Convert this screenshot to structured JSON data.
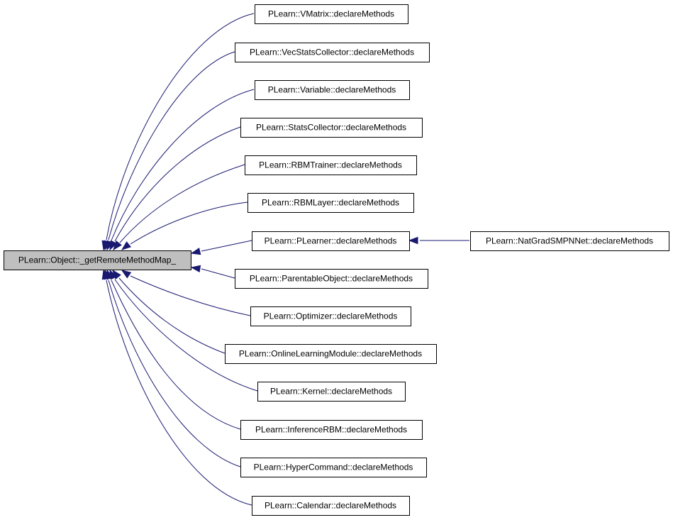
{
  "diagram": {
    "root": {
      "id": "root",
      "label": "PLearn::Object::_getRemoteMethodMap_"
    },
    "nodes": [
      {
        "id": "vmatrix",
        "label": "PLearn::VMatrix::declareMethods"
      },
      {
        "id": "vecstats",
        "label": "PLearn::VecStatsCollector::declareMethods"
      },
      {
        "id": "variable",
        "label": "PLearn::Variable::declareMethods"
      },
      {
        "id": "statscollector",
        "label": "PLearn::StatsCollector::declareMethods"
      },
      {
        "id": "rbmtrainer",
        "label": "PLearn::RBMTrainer::declareMethods"
      },
      {
        "id": "rbmlayer",
        "label": "PLearn::RBMLayer::declareMethods"
      },
      {
        "id": "plearner",
        "label": "PLearn::PLearner::declareMethods"
      },
      {
        "id": "parentable",
        "label": "PLearn::ParentableObject::declareMethods"
      },
      {
        "id": "optimizer",
        "label": "PLearn::Optimizer::declareMethods"
      },
      {
        "id": "onlinelearning",
        "label": "PLearn::OnlineLearningModule::declareMethods"
      },
      {
        "id": "kernel",
        "label": "PLearn::Kernel::declareMethods"
      },
      {
        "id": "inferencerbm",
        "label": "PLearn::InferenceRBM::declareMethods"
      },
      {
        "id": "hypercommand",
        "label": "PLearn::HyperCommand::declareMethods"
      },
      {
        "id": "calendar",
        "label": "PLearn::Calendar::declareMethods"
      },
      {
        "id": "natgrad",
        "label": "PLearn::NatGradSMPNNet::declareMethods"
      }
    ],
    "edges": [
      {
        "from": "vmatrix",
        "to": "root"
      },
      {
        "from": "vecstats",
        "to": "root"
      },
      {
        "from": "variable",
        "to": "root"
      },
      {
        "from": "statscollector",
        "to": "root"
      },
      {
        "from": "rbmtrainer",
        "to": "root"
      },
      {
        "from": "rbmlayer",
        "to": "root"
      },
      {
        "from": "plearner",
        "to": "root"
      },
      {
        "from": "parentable",
        "to": "root"
      },
      {
        "from": "optimizer",
        "to": "root"
      },
      {
        "from": "onlinelearning",
        "to": "root"
      },
      {
        "from": "kernel",
        "to": "root"
      },
      {
        "from": "inferencerbm",
        "to": "root"
      },
      {
        "from": "hypercommand",
        "to": "root"
      },
      {
        "from": "calendar",
        "to": "root"
      },
      {
        "from": "natgrad",
        "to": "plearner"
      }
    ],
    "colors": {
      "edge": "#191970",
      "root_fill": "#bfbfbf",
      "node_fill": "#ffffff",
      "border": "#000000"
    }
  }
}
